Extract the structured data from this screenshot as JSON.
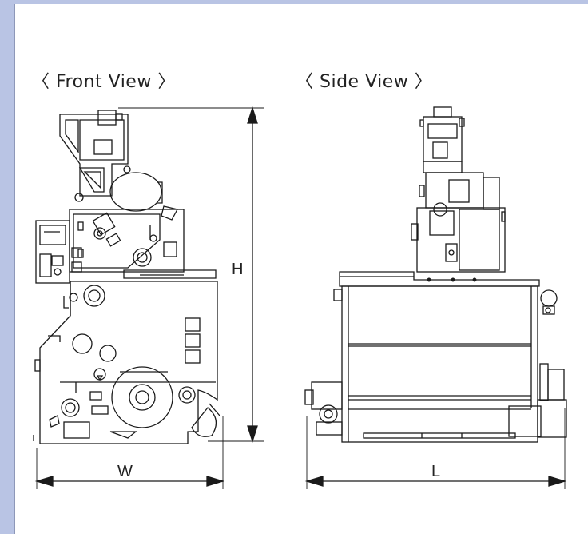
{
  "views": {
    "front": {
      "label": "〈 Front View 〉"
    },
    "side": {
      "label": "〈 Side View 〉"
    }
  },
  "dimensions": {
    "width": "W",
    "height": "H",
    "length": "L"
  },
  "colors": {
    "frame": "#b9c4e4",
    "line": "#1a1a1a",
    "background": "#ffffff"
  }
}
